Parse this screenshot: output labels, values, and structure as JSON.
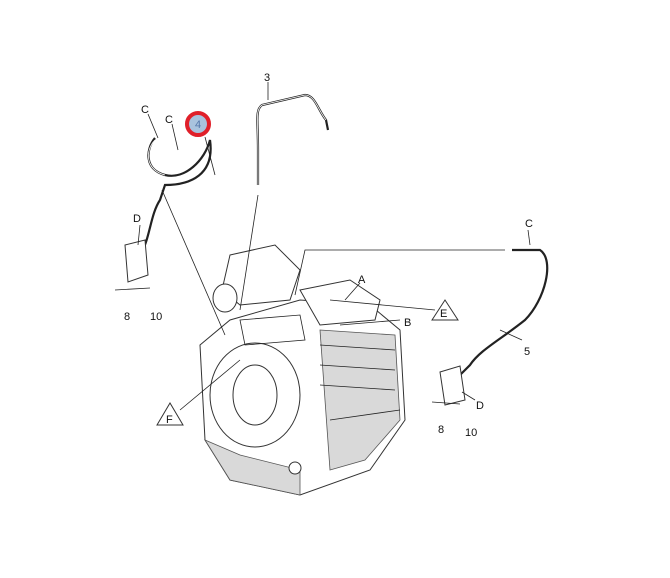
{
  "callouts": {
    "c1": "C",
    "c2": "C",
    "c3": "C",
    "part3": "3",
    "part4": "4",
    "part5": "5",
    "d1": "D",
    "d2": "D",
    "n8a": "8",
    "n10a": "10",
    "n8b": "8",
    "n10b": "10",
    "a": "A",
    "b": "B",
    "e": "E",
    "f": "F"
  },
  "colors": {
    "highlight_ring": "#e0202a",
    "highlight_fill": "#a9c3de",
    "highlight_text": "#5577aa"
  }
}
